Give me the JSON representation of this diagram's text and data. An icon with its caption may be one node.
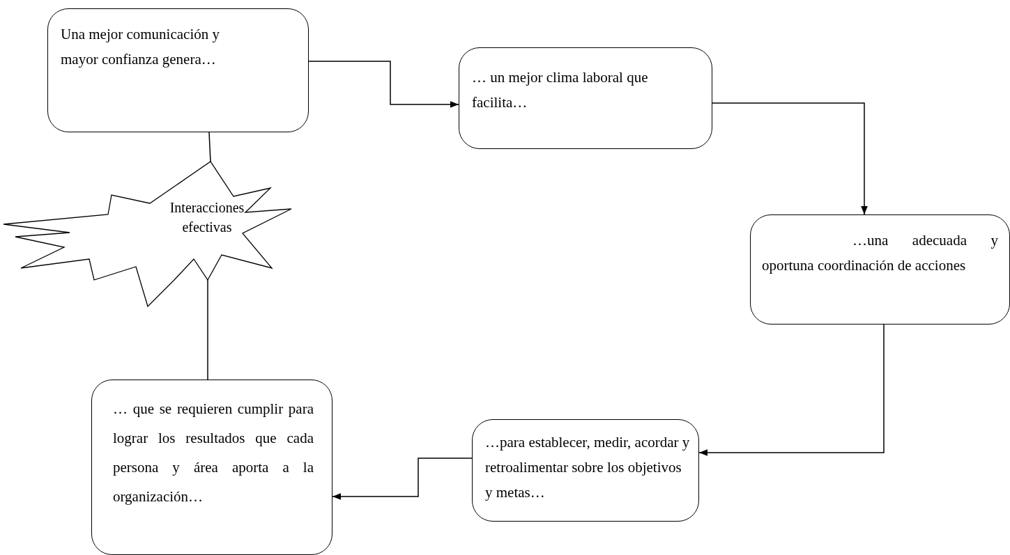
{
  "diagram": {
    "nodes": [
      {
        "text": [
          "Una mejor comunicación y mayor confianza genera…"
        ]
      },
      {
        "text": [
          "… un mejor clima laboral que facilita…"
        ]
      },
      {
        "text": [
          "…una adecuada y oportuna coordinación de acciones"
        ]
      },
      {
        "text": [
          "…para establecer, medir, acordar y retroalimentar sobre los objetivos y metas…"
        ]
      },
      {
        "text": [
          "… que se requieren cumplir para lograr los resultados que cada persona y área aporta a la organización…"
        ]
      },
      {
        "text": [
          "Interacciones efectivas"
        ]
      }
    ],
    "edges": [
      {
        "from": 0,
        "to": 1,
        "arrow": "to"
      },
      {
        "from": 1,
        "to": 2,
        "arrow": "to"
      },
      {
        "from": 2,
        "to": 3,
        "arrow": "to"
      },
      {
        "from": 3,
        "to": 4,
        "arrow": "to"
      },
      {
        "from": 0,
        "to": 5,
        "arrow": "none"
      },
      {
        "from": 5,
        "to": 4,
        "arrow": "none"
      }
    ]
  }
}
